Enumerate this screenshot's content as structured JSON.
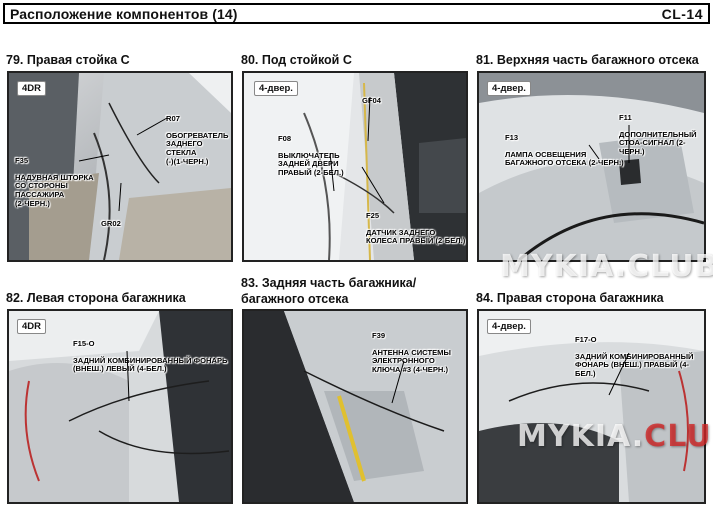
{
  "header": {
    "title": "Расположение компонентов (14)",
    "code": "CL-14"
  },
  "sections": [
    {
      "title": "79. Правая стойка С",
      "tag": "4DR",
      "labels": [
        {
          "code": "R07",
          "text": "ОБОГРЕВАТЕЛЬ\nЗАДНЕГО СТЕКЛА\n(-)(1-ЧЕРН.)"
        },
        {
          "code": "F35",
          "text": "НАДУВНАЯ ШТОРКА\nСО СТОРОНЫ\nПАССАЖИРА\n(2-ЧЕРН.)"
        },
        {
          "code": "GR02",
          "text": ""
        }
      ]
    },
    {
      "title": "80. Под стойкой С",
      "tag": "4-двер.",
      "labels": [
        {
          "code": "GF04",
          "text": ""
        },
        {
          "code": "F08",
          "text": "ВЫКЛЮЧАТЕЛЬ\nЗАДНЕЙ ДВЕРИ\nПРАВЫЙ (2-БЕЛ.)"
        },
        {
          "code": "F25",
          "text": "ДАТЧИК ЗАДНЕГО\nКОЛЕСА ПРАВЫЙ (2-БЕЛ.)"
        }
      ]
    },
    {
      "title": "81. Верхняя часть багажного отсека",
      "tag": "4-двер.",
      "labels": [
        {
          "code": "F11",
          "text": "ДОПОЛНИТЕЛЬНЫЙ\nСТОА-СИГНАЛ (2-ЧЕРН.)"
        },
        {
          "code": "F13",
          "text": "ЛАМПА ОСВЕЩЕНИЯ\nБАГАЖНОГО ОТСЕКА (2-ЧЕРН.)"
        }
      ]
    },
    {
      "title": "82. Левая сторона багажника",
      "tag": "4DR",
      "labels": [
        {
          "code": "F15-O",
          "text": "ЗАДНИЙ КОМБИНИРОВАННЫЙ ФОНАРЬ\n(ВНЕШ.) ЛЕВЫЙ (4-БЕЛ.)"
        }
      ]
    },
    {
      "title": "83. Задняя часть багажника/\nбагажного отсека",
      "tag": "",
      "labels": [
        {
          "code": "F39",
          "text": "АНТЕННА СИСТЕМЫ\nЭЛЕКТРОННОГО\nКЛЮЧА #3 (4-ЧЕРН.)"
        }
      ]
    },
    {
      "title": "84. Правая сторона багажника",
      "tag": "4-двер.",
      "labels": [
        {
          "code": "F17-O",
          "text": "ЗАДНИЙ КОМБИНИРОВАННЫЙ\nФОНАРЬ (ВНЕШ.) ПРАВЫЙ (4-БЕЛ.)"
        }
      ]
    }
  ],
  "watermarks": [
    {
      "main": "MYKIA.CLUB",
      "accent": ""
    },
    {
      "main": "MYKIA.",
      "accent": "CLUB"
    }
  ]
}
